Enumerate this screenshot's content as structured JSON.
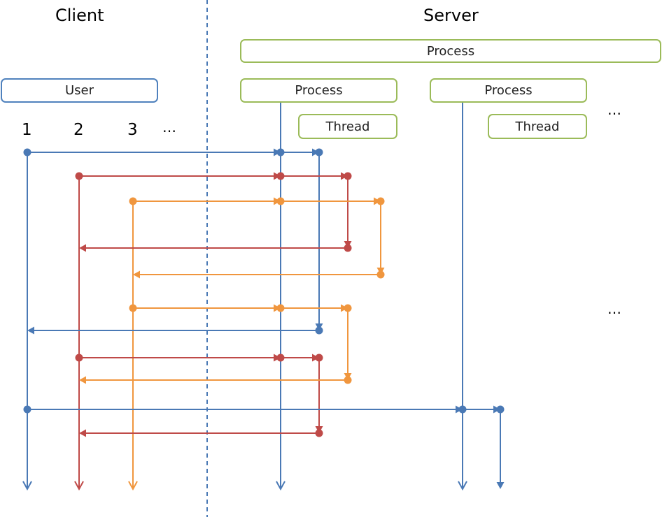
{
  "headings": {
    "client": "Client",
    "server": "Server"
  },
  "boxes": {
    "process_top": "Process",
    "user": "User",
    "process_a": "Process",
    "process_b": "Process",
    "thread_a": "Thread",
    "thread_b": "Thread"
  },
  "user_numbers": [
    "1",
    "2",
    "3"
  ],
  "ellipsis": "…",
  "colors": {
    "user1": "#4a79b5",
    "user2": "#bf4a48",
    "user3": "#f0963e",
    "divider": "#4a79b5",
    "process_border": "#9bbb59",
    "user_border": "#4f81bd"
  }
}
